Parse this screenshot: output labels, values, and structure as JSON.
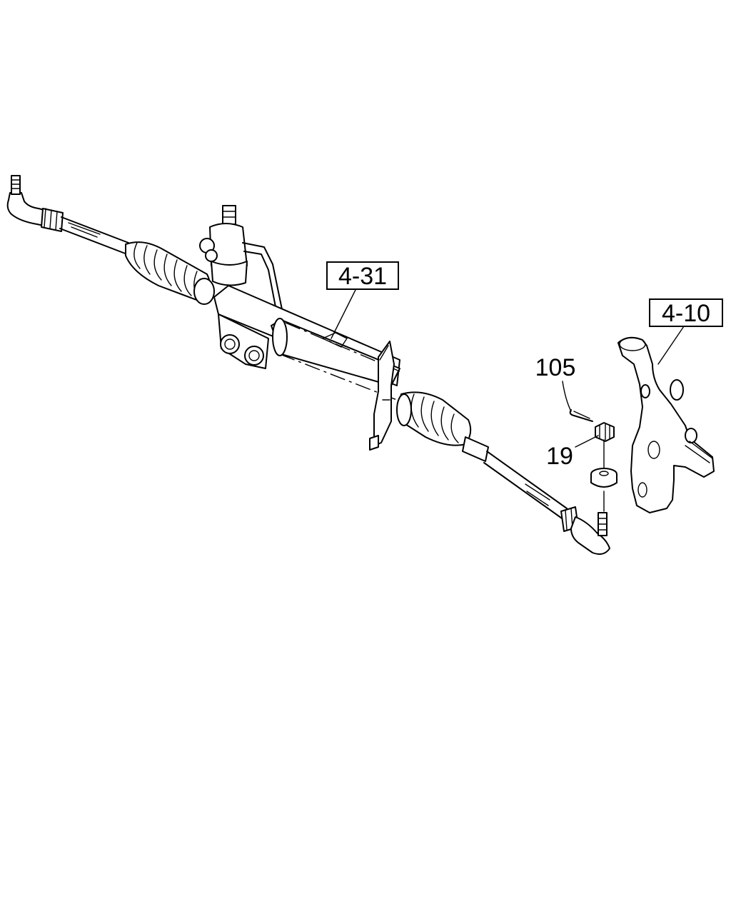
{
  "callouts": {
    "c431": "4-31",
    "c410": "4-10",
    "c105": "105",
    "c19": "19"
  }
}
